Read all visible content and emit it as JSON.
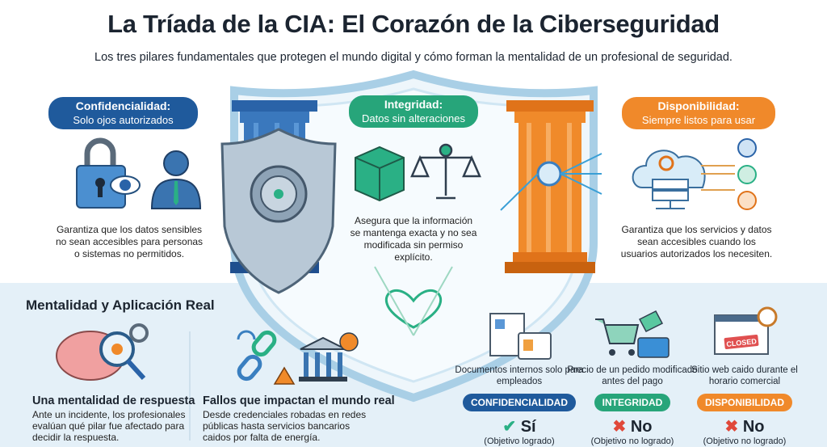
{
  "header": {
    "title": "La Tríada de la CIA: El Corazón de la Ciberseguridad",
    "subtitle": "Los tres pilares fundamentales que protegen el mundo digital y cómo forman la mentalidad de un profesional de seguridad."
  },
  "colors": {
    "confidentiality": "#1f5a9c",
    "integrity": "#27a57a",
    "availability": "#f0892a",
    "bottom_bg": "#e4f0f8"
  },
  "pillars": [
    {
      "title": "Confidencialidad:",
      "subtitle": "Solo ojos autorizados",
      "description": "Garantiza que los datos sensibles no sean accesibles para personas o sistemas no permitidos.",
      "icons": [
        "padlock-icon",
        "eye-icon",
        "person-icon"
      ]
    },
    {
      "title": "Integridad:",
      "subtitle": "Datos sin alteraciones",
      "description": "Asegura que la información se mantenga exacta y no sea modificada sin permiso explícito.",
      "icons": [
        "cube-icon",
        "scale-icon"
      ]
    },
    {
      "title": "Disponibilidad:",
      "subtitle": "Siempre listos para usar",
      "description": "Garantiza que los servicios y datos sean accesibles cuando los usuarios autorizados los necesiten.",
      "icons": [
        "cloud-server-icon",
        "users-icon"
      ]
    }
  ],
  "section": {
    "title": "Mentalidad y Aplicación Real",
    "cards": [
      {
        "title": "Una mentalidad de respuesta",
        "text": "Ante un incidente, los profesionales evalúan qué pilar fue afectado para decidir la respuesta."
      },
      {
        "title": "Fallos que impactan el mundo real",
        "text": "Desde credenciales robadas en redes públicas hasta servicios bancarios caidos por falta de energía."
      }
    ],
    "examples": [
      {
        "text": "Documentos internos solo para empleados",
        "tag": "CONFIDENCIALIDAD",
        "result_icon": "✔",
        "result": "Sí",
        "note": "(Objetivo logrado)"
      },
      {
        "text": "Precio de un pedido modificado antes del pago",
        "tag": "INTEGRIDAD",
        "result_icon": "✖",
        "result": "No",
        "note": "(Objetivo no logrado)"
      },
      {
        "text": "Sitio web caido durante el horario comercial",
        "tag": "DISPONIBILIDAD",
        "result_icon": "✖",
        "result": "No",
        "note": "(Objetivo no logrado)",
        "sign": "CLOSED"
      }
    ]
  }
}
